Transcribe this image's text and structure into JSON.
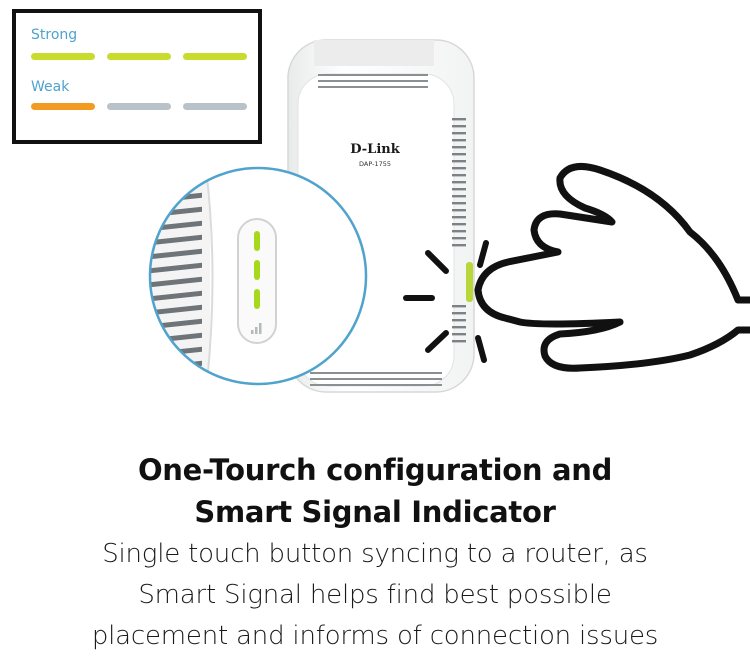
{
  "legend": {
    "strong_label": "Strong",
    "weak_label": "Weak",
    "strong_levels_lit": 3,
    "weak_levels_lit": 1,
    "total_levels": 3,
    "colors": {
      "strong": "#c8dc2e",
      "weak": "#f39a21",
      "off": "#b9c2c8",
      "label": "#4fa3cc"
    }
  },
  "device": {
    "brand": "D-Link",
    "model": "DAP-1755",
    "led_color": "#a6d91c"
  },
  "caption": {
    "title_line1": "One-Tourch configuration and",
    "title_line2": "Smart Signal Indicator",
    "body_line1": "Single touch button syncing to a router, as",
    "body_line2": "Smart Signal helps find best possible",
    "body_line3": "placement and informs of connection issues"
  }
}
